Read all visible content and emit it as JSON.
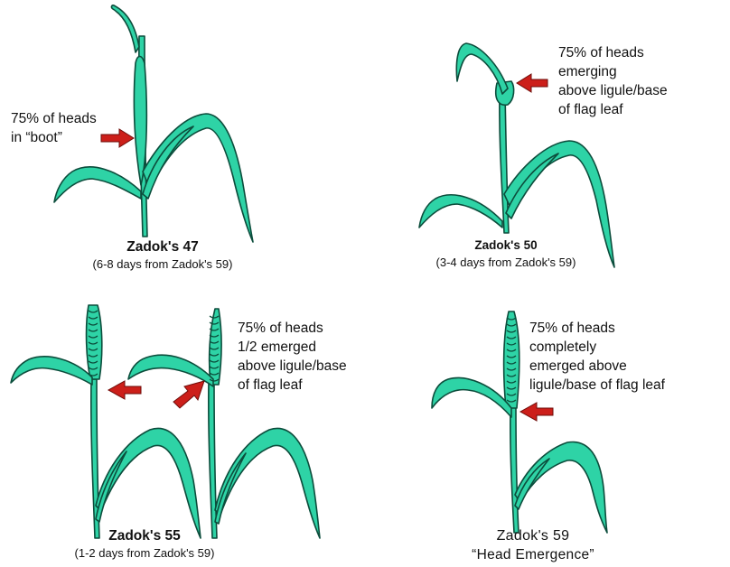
{
  "colors": {
    "plant_fill": "#2ed3a6",
    "plant_stroke": "#0c4d3c",
    "arrow_fill": "#cc1f1a",
    "arrow_stroke": "#6e0c09",
    "background": "#ffffff"
  },
  "stages": [
    {
      "title": "Zadok's 47",
      "subtitle": "(6-8 days from Zadok's 59)",
      "annotation": [
        "75% of heads",
        "in “boot”"
      ]
    },
    {
      "title": "Zadok's 50",
      "subtitle": "(3-4 days from Zadok's 59)",
      "annotation": [
        "75% of heads",
        "emerging",
        "above ligule/base",
        "of flag leaf"
      ]
    },
    {
      "title": "Zadok's 55",
      "subtitle": "(1-2 days from Zadok's 59)",
      "annotation": [
        "75% of heads",
        "1/2 emerged",
        "above ligule/base",
        "of flag leaf"
      ]
    },
    {
      "title": "Zadok's 59",
      "subtitle": "“Head Emergence”",
      "annotation": [
        "75% of heads",
        "completely",
        "emerged above",
        "ligule/base of flag leaf"
      ]
    }
  ]
}
